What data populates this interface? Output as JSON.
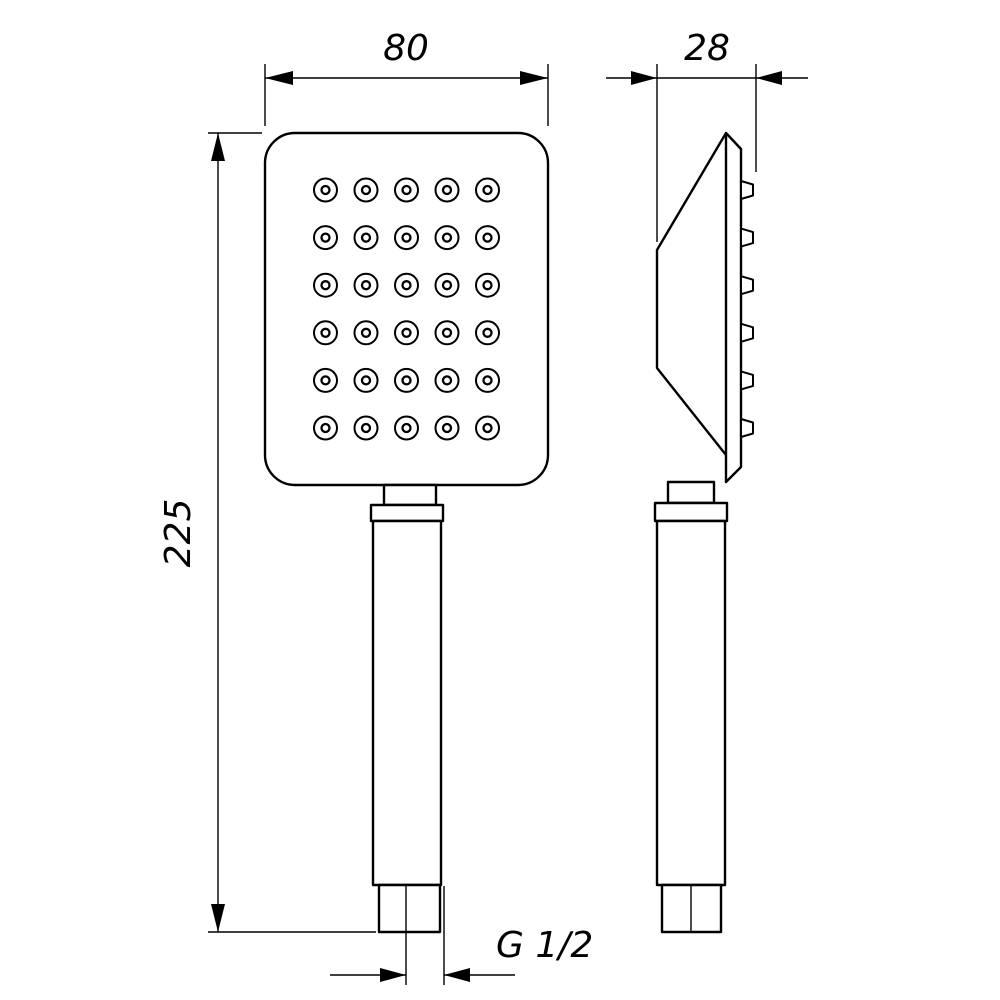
{
  "drawing": {
    "dimensions": {
      "width": "80",
      "depth": "28",
      "height": "225",
      "thread": "G 1/2"
    },
    "nozzle_grid": {
      "rows": 6,
      "cols": 5
    },
    "colors": {
      "line": "#000000",
      "background": "#ffffff"
    }
  }
}
